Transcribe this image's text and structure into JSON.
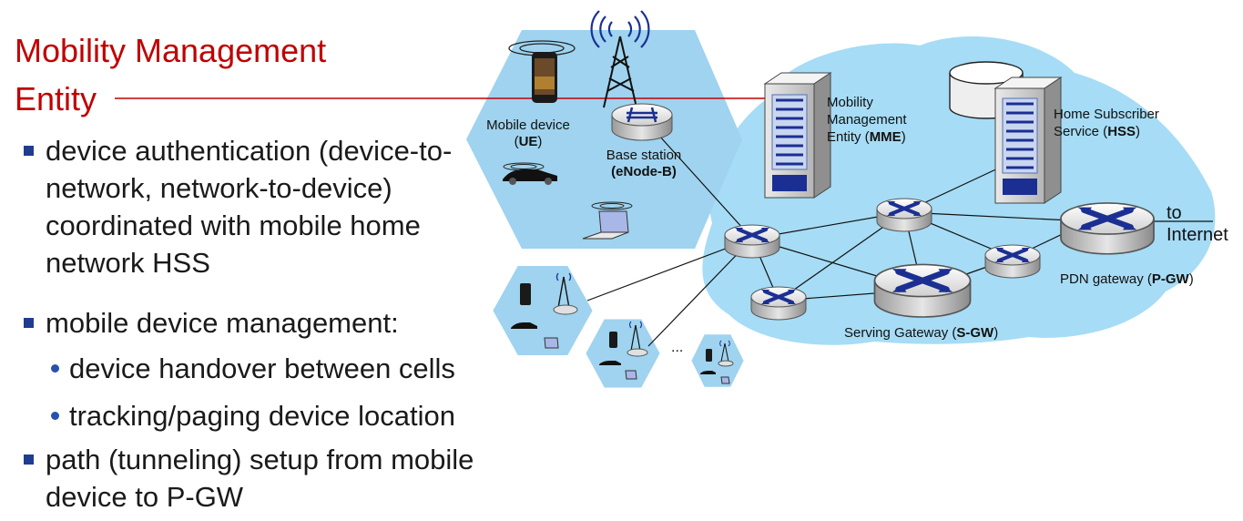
{
  "title": {
    "line1": "Mobility Management",
    "line2": "Entity"
  },
  "bullets": [
    {
      "text": "device authentication (device-to-network, network-to-device) coordinated with mobile home network HSS"
    },
    {
      "text": "mobile device management:"
    },
    {
      "text": "path (tunneling) setup from mobile device to P-GW"
    }
  ],
  "sub_bullets": [
    {
      "text": "device handover between cells"
    },
    {
      "text": "tracking/paging device location"
    }
  ],
  "diagram": {
    "mobile_device": {
      "line1": "Mobile device",
      "open": "(",
      "abbr": "UE",
      "close": ")"
    },
    "base_station": {
      "line1": "Base station",
      "line2": "(eNode-B)"
    },
    "mme": {
      "line1": "Mobility",
      "line2": "Management",
      "line3": "Entity (",
      "abbr": "MME",
      "close": ")"
    },
    "hss": {
      "line1": "Home Subscriber",
      "line2": "Service (",
      "abbr": "HSS",
      "close": ")"
    },
    "internet": {
      "line1": "to",
      "line2": "Internet"
    },
    "pgw": {
      "prefix": "PDN gateway (",
      "abbr": "P-GW",
      "close": ")"
    },
    "sgw": {
      "prefix": "Serving Gateway (",
      "abbr": "S-GW",
      "close": ")"
    },
    "ellipsis": "...",
    "colors": {
      "network_cloud": "#a6dcf5",
      "cell": "#9fd3ef",
      "router_blue": "#1b2f93",
      "title_red": "#c00000",
      "bullet_square": "#1f3c8f"
    }
  }
}
